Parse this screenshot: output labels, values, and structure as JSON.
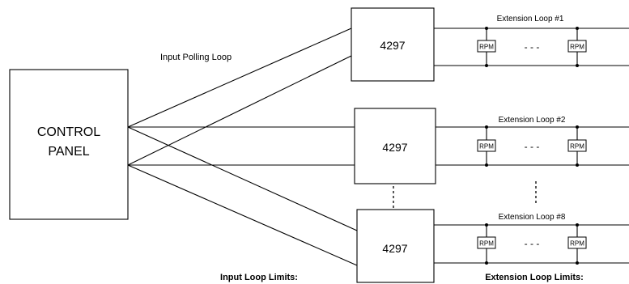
{
  "control_panel": {
    "line1": "CONTROL",
    "line2": "PANEL"
  },
  "input_loop_label": "Input Polling Loop",
  "expander_label": "4297",
  "rpm_label": "RPM",
  "rpm_gap": "- - -",
  "extension_loops": [
    {
      "label": "Extension Loop #1"
    },
    {
      "label": "Extension Loop #2"
    },
    {
      "label": "Extension Loop #8"
    }
  ],
  "footer": {
    "input_limits": "Input Loop Limits:",
    "extension_limits": "Extension Loop Limits:"
  }
}
